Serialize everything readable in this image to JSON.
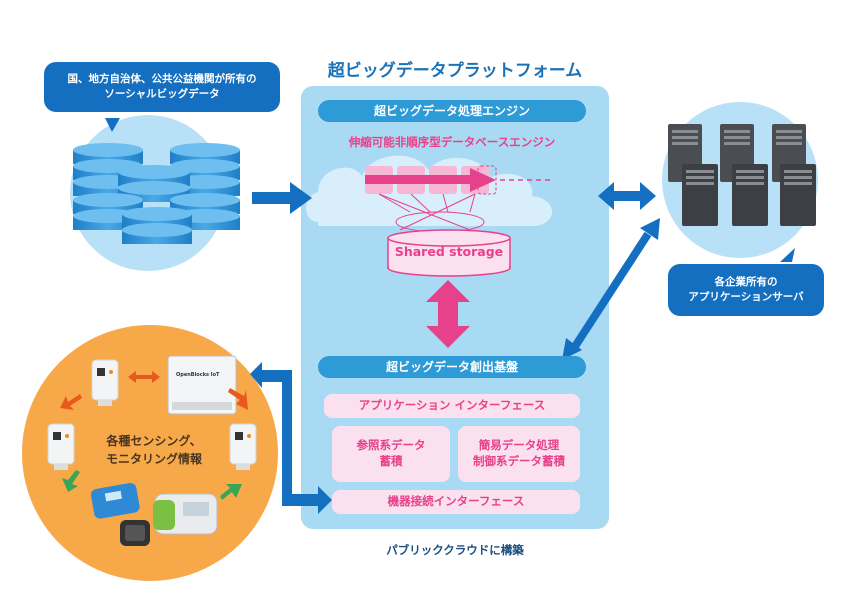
{
  "platform": {
    "title": "超ビッグデータプラットフォーム",
    "engine_label": "超ビッグデータ処理エンジン",
    "db_engine_label": "伸縮可能非順序型データベースエンジン",
    "storage_label": "Shared storage",
    "creation_base_label": "超ビッグデータ創出基盤",
    "app_interface_label": "アプリケーション インターフェース",
    "reference_store_label": [
      "参照系データ",
      "蓄積"
    ],
    "control_store_label": [
      "簡易データ処理",
      "制御系データ蓄積"
    ],
    "device_interface_label": "機器接続インターフェース",
    "cloud_caption": "パブリッククラウドに構築"
  },
  "left_source": {
    "callout": [
      "国、地方自治体、公共公益機関が所有の",
      "ソーシャルビッグデータ"
    ]
  },
  "right_servers": {
    "callout": [
      "各企業所有の",
      "アプリケーションサーバ"
    ]
  },
  "sensing": {
    "label": [
      "各種センシング、",
      "モニタリング情報"
    ],
    "gateway_label": "OpenBlocks IoT"
  },
  "colors": {
    "panel": "#a9daf4",
    "section_bar": "#2e9ad6",
    "accent_pink": "#e8418b",
    "arrow_blue": "#156fc0",
    "sensing_orange": "#f7a94a"
  }
}
